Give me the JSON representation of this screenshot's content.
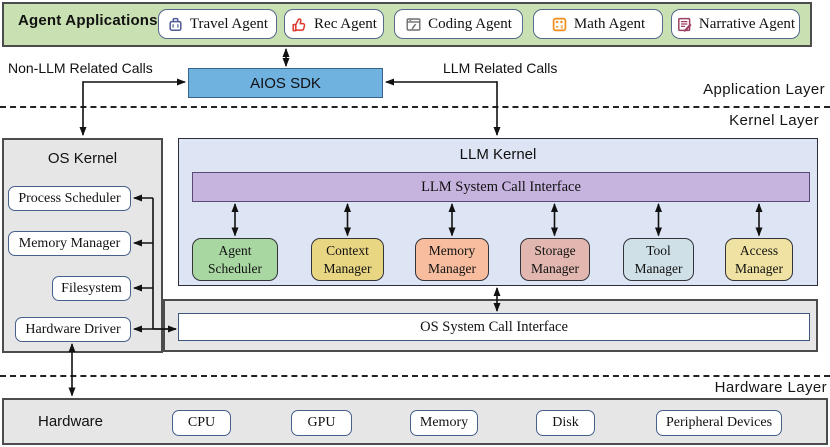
{
  "app_bar": {
    "title": "Agent Applications",
    "agents": [
      {
        "label": "Travel Agent",
        "icon": "luggage-icon",
        "icon_color": "#4f5a96"
      },
      {
        "label": "Rec Agent",
        "icon": "thumbs-up-icon",
        "icon_color": "#d9382a"
      },
      {
        "label": "Coding Agent",
        "icon": "code-window-icon",
        "icon_color": "#6e6e6e"
      },
      {
        "label": "Math Agent",
        "icon": "calculator-icon",
        "icon_color": "#ef8d1e"
      },
      {
        "label": "Narrative Agent",
        "icon": "document-pen-icon",
        "icon_color": "#9c3f63"
      }
    ]
  },
  "sdk_label": "AIOS SDK",
  "call_labels": {
    "non_llm": "Non-LLM Related Calls",
    "llm": "LLM Related Calls"
  },
  "layer_labels": {
    "application": "Application Layer",
    "kernel": "Kernel Layer",
    "hardware": "Hardware Layer"
  },
  "os_kernel": {
    "title": "OS Kernel",
    "components": [
      "Process Scheduler",
      "Memory Manager",
      "Filesystem",
      "Hardware Driver"
    ]
  },
  "llm_kernel": {
    "title": "LLM Kernel",
    "syscall_interface": "LLM System Call Interface",
    "managers": [
      {
        "label": "Agent Scheduler",
        "color": "#a9d7a2"
      },
      {
        "label": "Context Manager",
        "color": "#e9d683"
      },
      {
        "label": "Memory Manager",
        "color": "#f7bd9e"
      },
      {
        "label": "Storage Manager",
        "color": "#e2b7b0"
      },
      {
        "label": "Tool Manager",
        "color": "#cfe0e6"
      },
      {
        "label": "Access Manager",
        "color": "#efe2a2"
      }
    ]
  },
  "os_syscall_label": "OS System Call Interface",
  "hardware": {
    "title": "Hardware",
    "components": [
      "CPU",
      "GPU",
      "Memory",
      "Disk",
      "Peripheral Devices"
    ]
  },
  "colors": {
    "app_bar_bg": "#c9e0b2",
    "sdk_bg": "#6fb2e0",
    "llm_kernel_bg": "#dde4f4",
    "llm_syscall_bg": "#c6b4df",
    "panel_gray": "#e6e6e6",
    "arrow": "#111111"
  }
}
